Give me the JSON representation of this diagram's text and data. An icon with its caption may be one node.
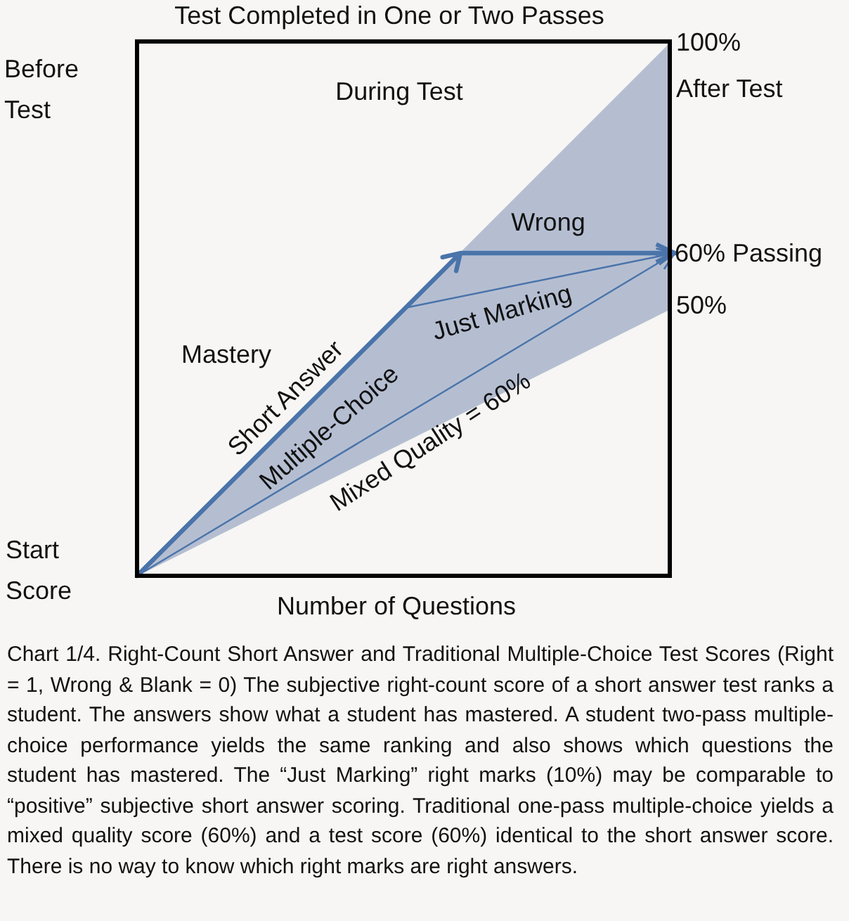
{
  "diagram": {
    "title": "Test Completed in One or Two Passes",
    "caption": "Chart 1/4. Right-Count Short Answer and Traditional Multiple-Choice Test Scores (Right = 1, Wrong & Blank = 0) The subjective right-count score of a short answer test ranks a student. The answers show what a student has mastered. A student two-pass multiple-choice performance yields the same ranking and also shows which questions the student has mastered. The “Just Marking” right marks (10%) may be comparable to “positive” subjective short answer scoring. Traditional one-pass multiple-choice yields a mixed quality score (60%) and a test score (60%) identical to the short answer score. There is no way to know which right marks are right answers.",
    "nodes": [
      {
        "text": [
          "During Test"
        ]
      },
      {
        "text": [
          "60% Passing"
        ]
      }
    ],
    "edges": [
      {
        "from": 0,
        "to": 1,
        "arrow": "to",
        "label": "Short Answer",
        "style": "thick"
      },
      {
        "from": 0,
        "to": 1,
        "arrow": "to",
        "label": "Just Marking"
      },
      {
        "from": 0,
        "to": 1,
        "arrow": "to",
        "label": "Mixed Quality = 60%"
      }
    ],
    "labels": [
      "Before Test",
      "100%",
      "After Test",
      "Wrong",
      "50%",
      "Mastery",
      "Multiple-Choice",
      "Start Score",
      "Number of Questions"
    ]
  }
}
